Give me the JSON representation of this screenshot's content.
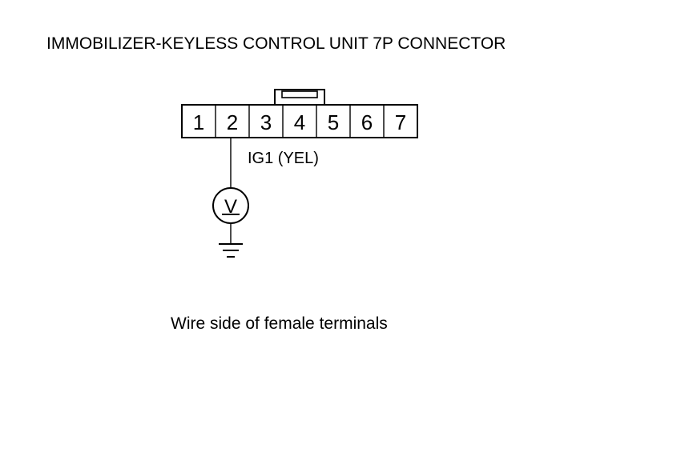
{
  "title": "IMMOBILIZER-KEYLESS CONTROL UNIT 7P CONNECTOR",
  "caption": "Wire side of female terminals",
  "connector": {
    "pins": [
      "1",
      "2",
      "3",
      "4",
      "5",
      "6",
      "7"
    ],
    "measured_pin": "2",
    "wire_label": "IG1 (YEL)"
  },
  "meter": {
    "symbol": "V",
    "icon": "voltmeter-icon"
  },
  "ground": {
    "icon": "ground-icon"
  }
}
